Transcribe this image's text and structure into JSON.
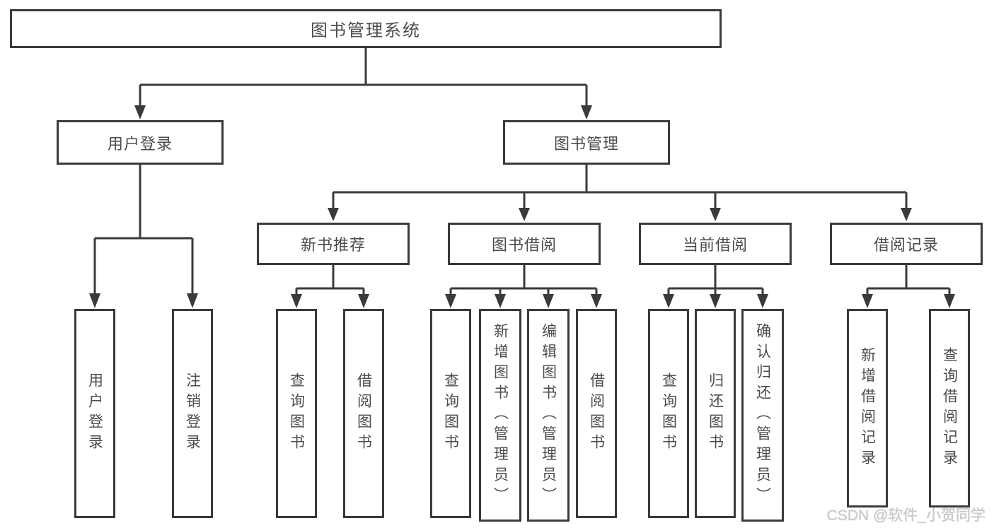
{
  "title": "图书管理系统",
  "watermark": "CSDN @软件_小贺同学",
  "colors": {
    "line": "#3a3a3e",
    "box_border": "#3a3a3e",
    "box_background": "#ffffff",
    "text": "#4b4b50",
    "page_background": "#ffffff",
    "watermark": "#c9cacd"
  },
  "tree": {
    "root": {
      "label": "图书管理系统"
    },
    "branches": [
      {
        "label": "用户登录",
        "children": [
          {
            "label": "用户登录"
          },
          {
            "label": "注销登录"
          }
        ]
      },
      {
        "label": "图书管理",
        "groups": [
          {
            "label": "新书推荐",
            "children": [
              {
                "label": "查询图书"
              },
              {
                "label": "借阅图书"
              }
            ]
          },
          {
            "label": "图书借阅",
            "children": [
              {
                "label": "查询图书"
              },
              {
                "label": "新增图书（管理员）"
              },
              {
                "label": "编辑图书（管理员）"
              },
              {
                "label": "借阅图书"
              }
            ]
          },
          {
            "label": "当前借阅",
            "children": [
              {
                "label": "查询图书"
              },
              {
                "label": "归还图书"
              },
              {
                "label": "确认归还（管理员）"
              }
            ]
          },
          {
            "label": "借阅记录",
            "children": [
              {
                "label": "新增借阅记录"
              },
              {
                "label": "查询借阅记录"
              }
            ]
          }
        ]
      }
    ]
  }
}
